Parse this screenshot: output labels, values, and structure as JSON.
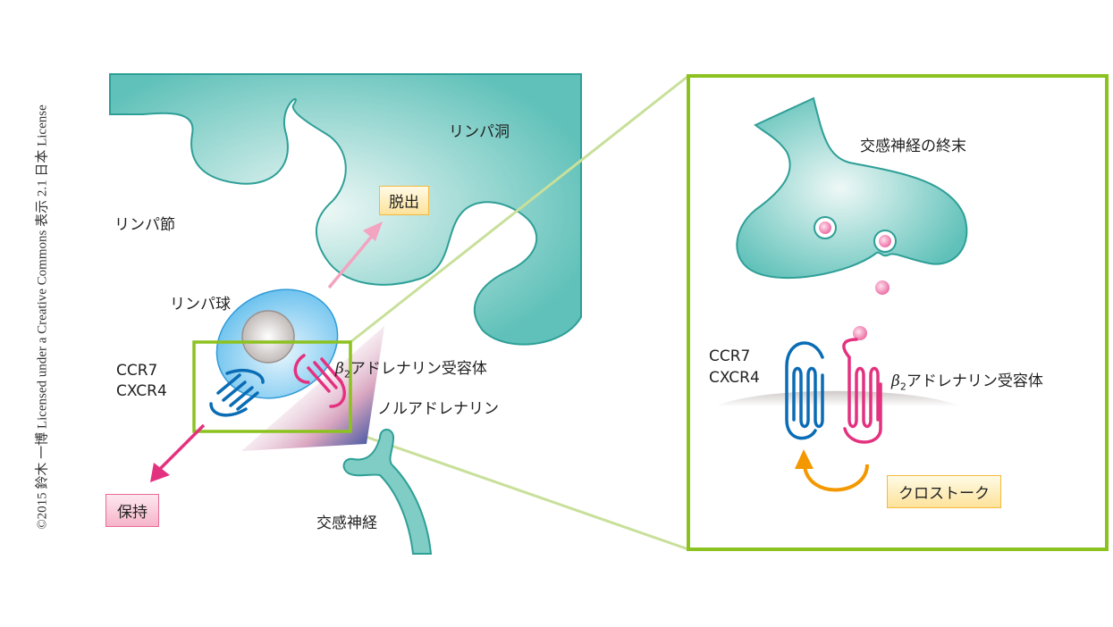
{
  "credit": "©2015 鈴木 一博 Licensed under a Creative Commons 表示 2.1 日本 License",
  "labels": {
    "lymph_sinus": "リンパ洞",
    "lymph_node": "リンパ節",
    "lymphocyte": "リンパ球",
    "egress": "脱出",
    "retention": "保持",
    "ccr7": "CCR7",
    "cxcr4": "CXCR4",
    "beta_symbol": "β",
    "beta_sub": "2",
    "beta2_receptor": "アドレナリン受容体",
    "noradrenaline": "ノルアドレナリン",
    "sympathetic_nerve": "交感神経",
    "nerve_terminal": "交感神経の終末",
    "crosstalk": "クロストーク"
  },
  "colors": {
    "teal": "#5fc1b9",
    "frame_green": "#8cc21f",
    "blue_receptor": "#0a6cb5",
    "pink_receptor": "#e4317f",
    "arrow_orange": "#f39800"
  }
}
